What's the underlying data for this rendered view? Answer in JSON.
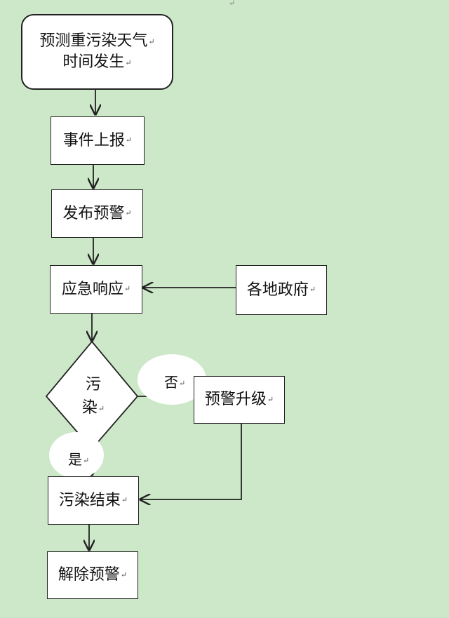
{
  "doc_mark": "↵",
  "nodes": {
    "start": {
      "line1": "预测重污染天气",
      "line2": "时间发生"
    },
    "report": {
      "label": "事件上报"
    },
    "warn": {
      "label": "发布预警"
    },
    "respond": {
      "label": "应急响应"
    },
    "gov": {
      "label": "各地政府"
    },
    "decision": {
      "line1": "污",
      "line2": "染"
    },
    "upgrade": {
      "label": "预警升级"
    },
    "end_pollution": {
      "label": "污染结束"
    },
    "release": {
      "label": "解除预警"
    }
  },
  "edge_labels": {
    "no": "否",
    "yes": "是"
  },
  "colors": {
    "background": "#cce8c8",
    "box": "#ffffff",
    "line": "#222222"
  }
}
